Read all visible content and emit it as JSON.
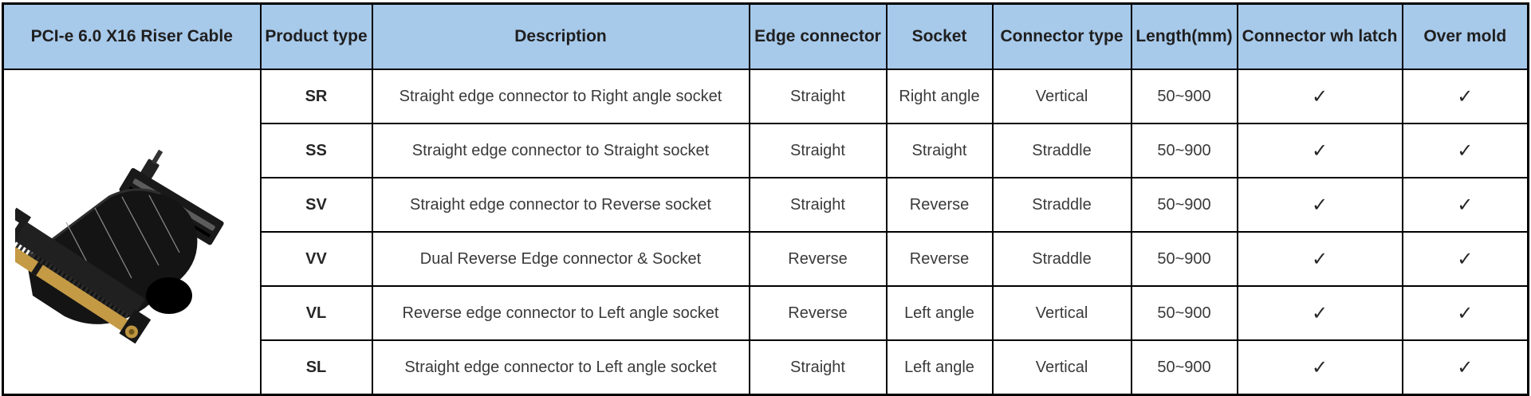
{
  "header": {
    "product_title": "PCI-e 6.0 X16 Riser Cable",
    "columns": [
      "Product type",
      "Description",
      "Edge connector",
      "Socket",
      "Connector type",
      "Length(mm)",
      "Connector wh latch",
      "Over mold"
    ]
  },
  "rows": [
    {
      "product_type": "SR",
      "description": "Straight edge connector to Right angle socket",
      "edge_connector": "Straight",
      "socket": "Right angle",
      "connector_type": "Vertical",
      "length_mm": "50~900",
      "connector_wh_latch": "✓",
      "over_mold": "✓"
    },
    {
      "product_type": "SS",
      "description": "Straight edge connector to Straight socket",
      "edge_connector": "Straight",
      "socket": "Straight",
      "connector_type": "Straddle",
      "length_mm": "50~900",
      "connector_wh_latch": "✓",
      "over_mold": "✓"
    },
    {
      "product_type": "SV",
      "description": "Straight edge connector to Reverse socket",
      "edge_connector": "Straight",
      "socket": "Reverse",
      "connector_type": "Straddle",
      "length_mm": "50~900",
      "connector_wh_latch": "✓",
      "over_mold": "✓"
    },
    {
      "product_type": "VV",
      "description": "Dual Reverse Edge connector & Socket",
      "edge_connector": "Reverse",
      "socket": "Reverse",
      "connector_type": "Straddle",
      "length_mm": "50~900",
      "connector_wh_latch": "✓",
      "over_mold": "✓"
    },
    {
      "product_type": "VL",
      "description": "Reverse edge connector to Left angle socket",
      "edge_connector": "Reverse",
      "socket": "Left angle",
      "connector_type": "Vertical",
      "length_mm": "50~900",
      "connector_wh_latch": "✓",
      "over_mold": "✓"
    },
    {
      "product_type": "SL",
      "description": "Straight edge connector to Left angle socket",
      "edge_connector": "Straight",
      "socket": "Left angle",
      "connector_type": "Vertical",
      "length_mm": "50~900",
      "connector_wh_latch": "✓",
      "over_mold": "✓"
    }
  ],
  "product_image": {
    "alt": "black PCI-e x16 riser cable with gold edge connector, shielded ribbon and socket"
  },
  "colors": {
    "header_bg": "#a7c9ea",
    "grid_border": "#000000",
    "header_text": "#1f1f1f",
    "body_text": "#3a3a3a",
    "gold_fingers": "#c49a45"
  }
}
